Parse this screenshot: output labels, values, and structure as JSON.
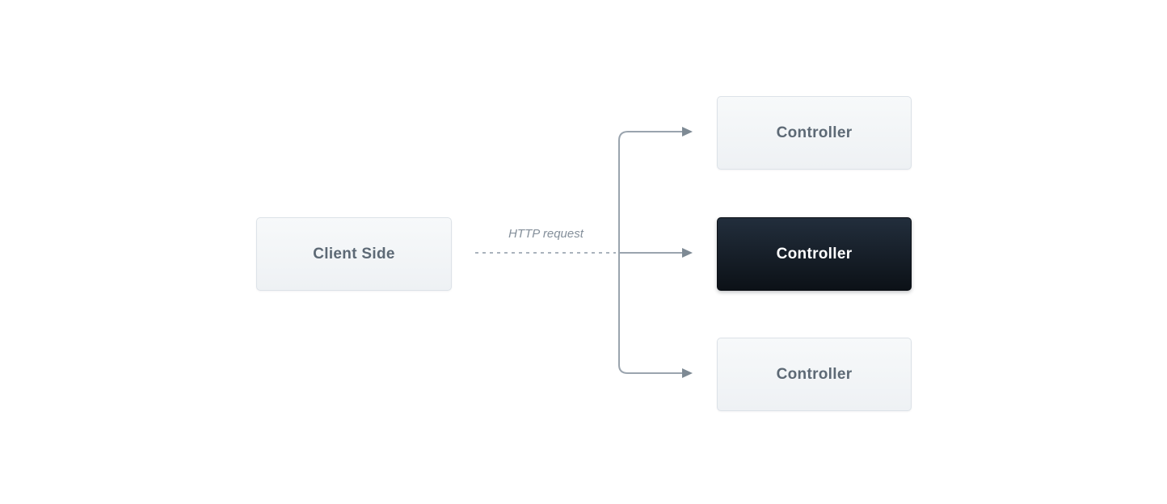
{
  "diagram": {
    "nodes": {
      "client": {
        "label": "Client Side",
        "variant": "light"
      },
      "controller_top": {
        "label": "Controller",
        "variant": "light"
      },
      "controller_middle": {
        "label": "Controller",
        "variant": "dark"
      },
      "controller_bottom": {
        "label": "Controller",
        "variant": "light"
      }
    },
    "edge_label": "HTTP request",
    "colors": {
      "background": "#ffffff",
      "connector_line": "#9aa4ae",
      "arrowhead": "#7e8a94",
      "dashed_line": "#aab3bc",
      "light_node_bg_top": "#f7f9fa",
      "light_node_bg_bottom": "#eef1f4",
      "light_node_border": "#dce2e8",
      "light_node_text": "#5d6975",
      "dark_node_bg_top": "#222e3c",
      "dark_node_bg_bottom": "#0c1117",
      "dark_node_text": "#ffffff",
      "edge_label_text": "#848f9a"
    }
  }
}
